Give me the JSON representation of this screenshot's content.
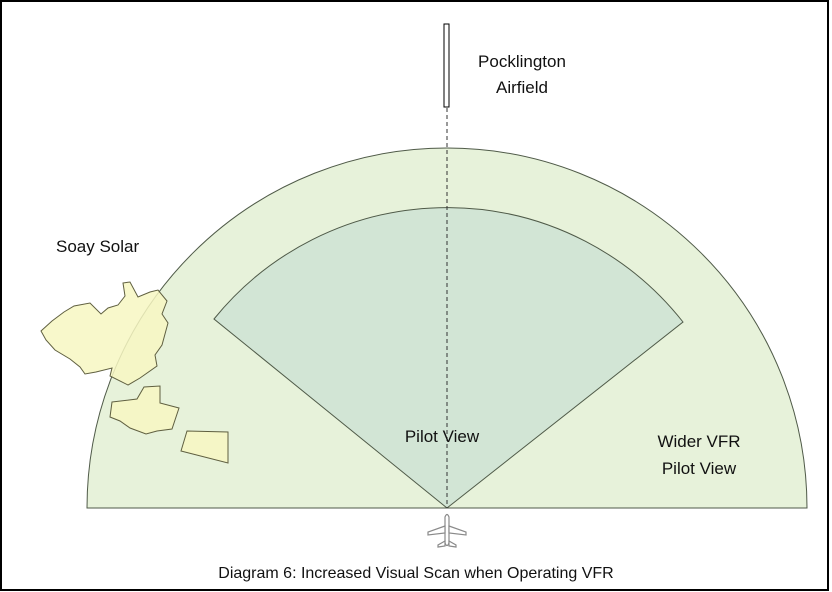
{
  "labels": {
    "airfield_line1": "Pocklington",
    "airfield_line2": "Airfield",
    "solar": "Soay Solar",
    "pilot_view": "Pilot View",
    "wider_line1": "Wider VFR",
    "wider_line2": "Pilot View",
    "caption": "Diagram 6:  Increased Visual Scan when Operating VFR"
  },
  "colors": {
    "frame": "#000000",
    "wide_fill": "#e7f2da",
    "wide_stroke": "#4f5a48",
    "pilot_fill": "#d2e5d5",
    "solar_fill": "#f7f7c2",
    "solar_stroke": "#5f5f40",
    "runway_fill": "#ffffff",
    "centerline": "#333333",
    "aircraft": "#8a8a8a"
  }
}
